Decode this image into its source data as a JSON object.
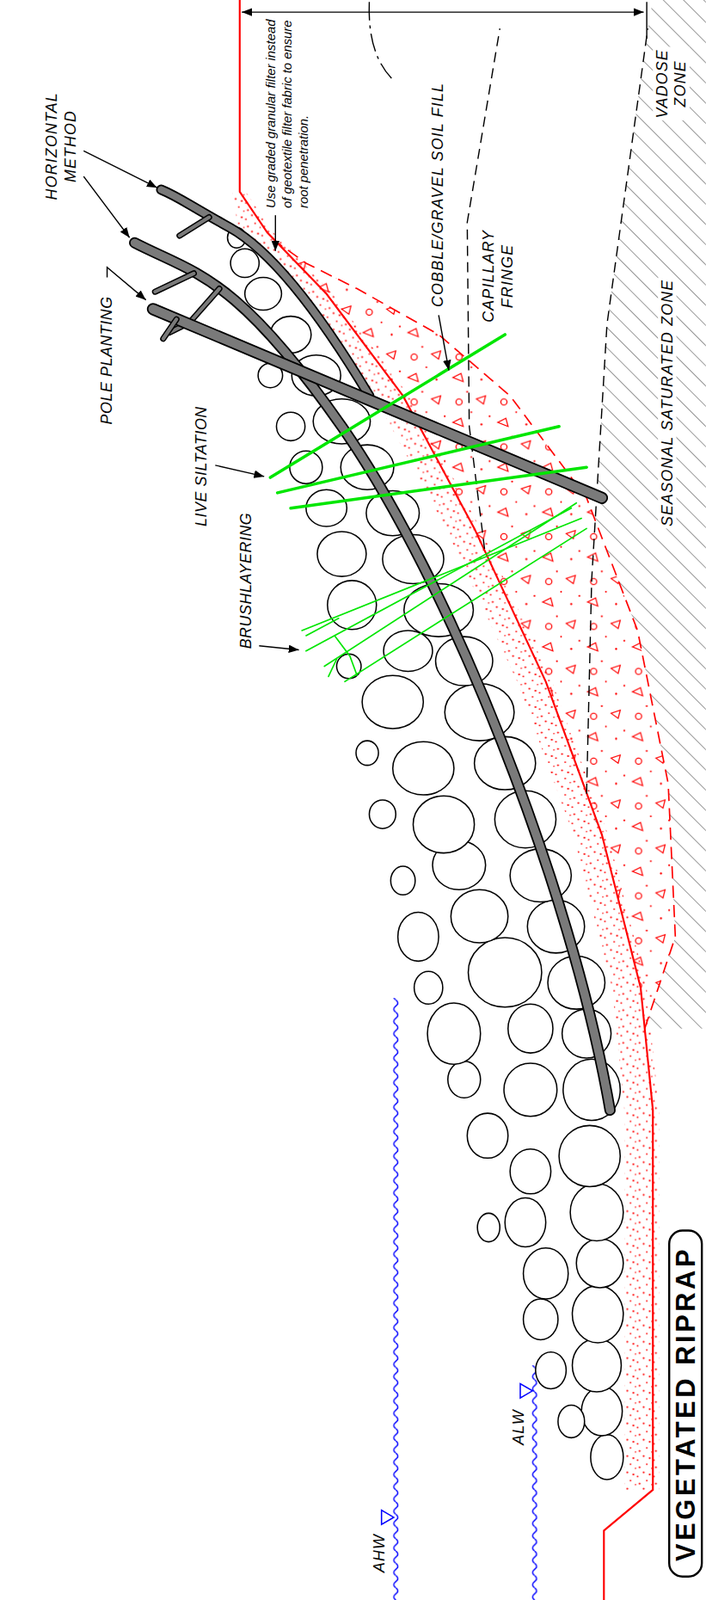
{
  "diagram": {
    "title": "VEGETATED RIPRAP",
    "labels": [
      "HORIZONTAL METHOD",
      "POLE PLANTING",
      "LIVE SILTATION",
      "BRUSHLAYERING",
      "Use graded granular filter instead of geotextile filter fabric to ensure root penetration.",
      "COBBLE/GRAVEL SOIL FILL",
      "CAPILLARY FRINGE",
      "SEASONAL SATURATED ZONE",
      "VADOSE ZONE",
      "AHW",
      "ALW"
    ]
  }
}
